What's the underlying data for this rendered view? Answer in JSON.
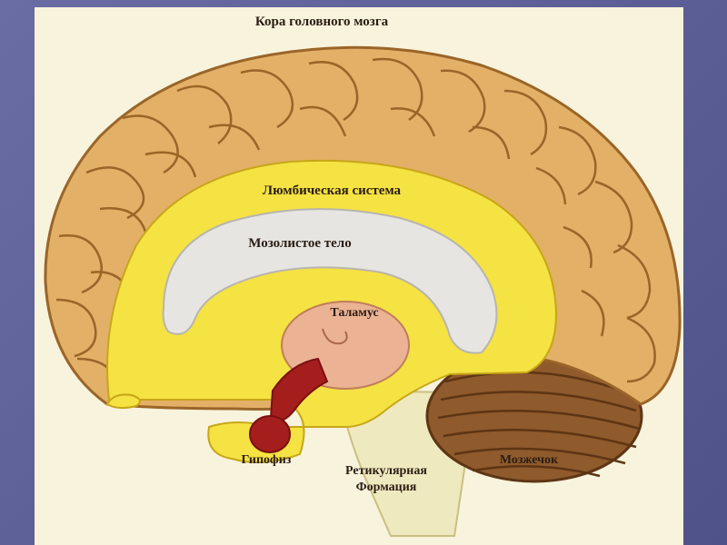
{
  "labels": {
    "cortex": "Кора головного мозга",
    "limbic": "Люмбическая система",
    "corpus_callosum": "Мозолистое тело",
    "thalamus": "Таламус",
    "pituitary": "Гипофиз",
    "reticular_line1": "Ретикулярная",
    "reticular_line2": "Формация",
    "cerebellum": "Мозжечок"
  },
  "colors": {
    "background": "#5d5f97",
    "panel": "#f8f3dc",
    "cortex": "#e3b067",
    "cortex_outline": "#9a6528",
    "limbic": "#f5e243",
    "corpus_callosum": "#e7e5e1",
    "thalamus": "#ebb294",
    "pituitary": "#a41e1e",
    "cerebellum": "#8f5a2c",
    "brainstem": "#efe9bf"
  }
}
